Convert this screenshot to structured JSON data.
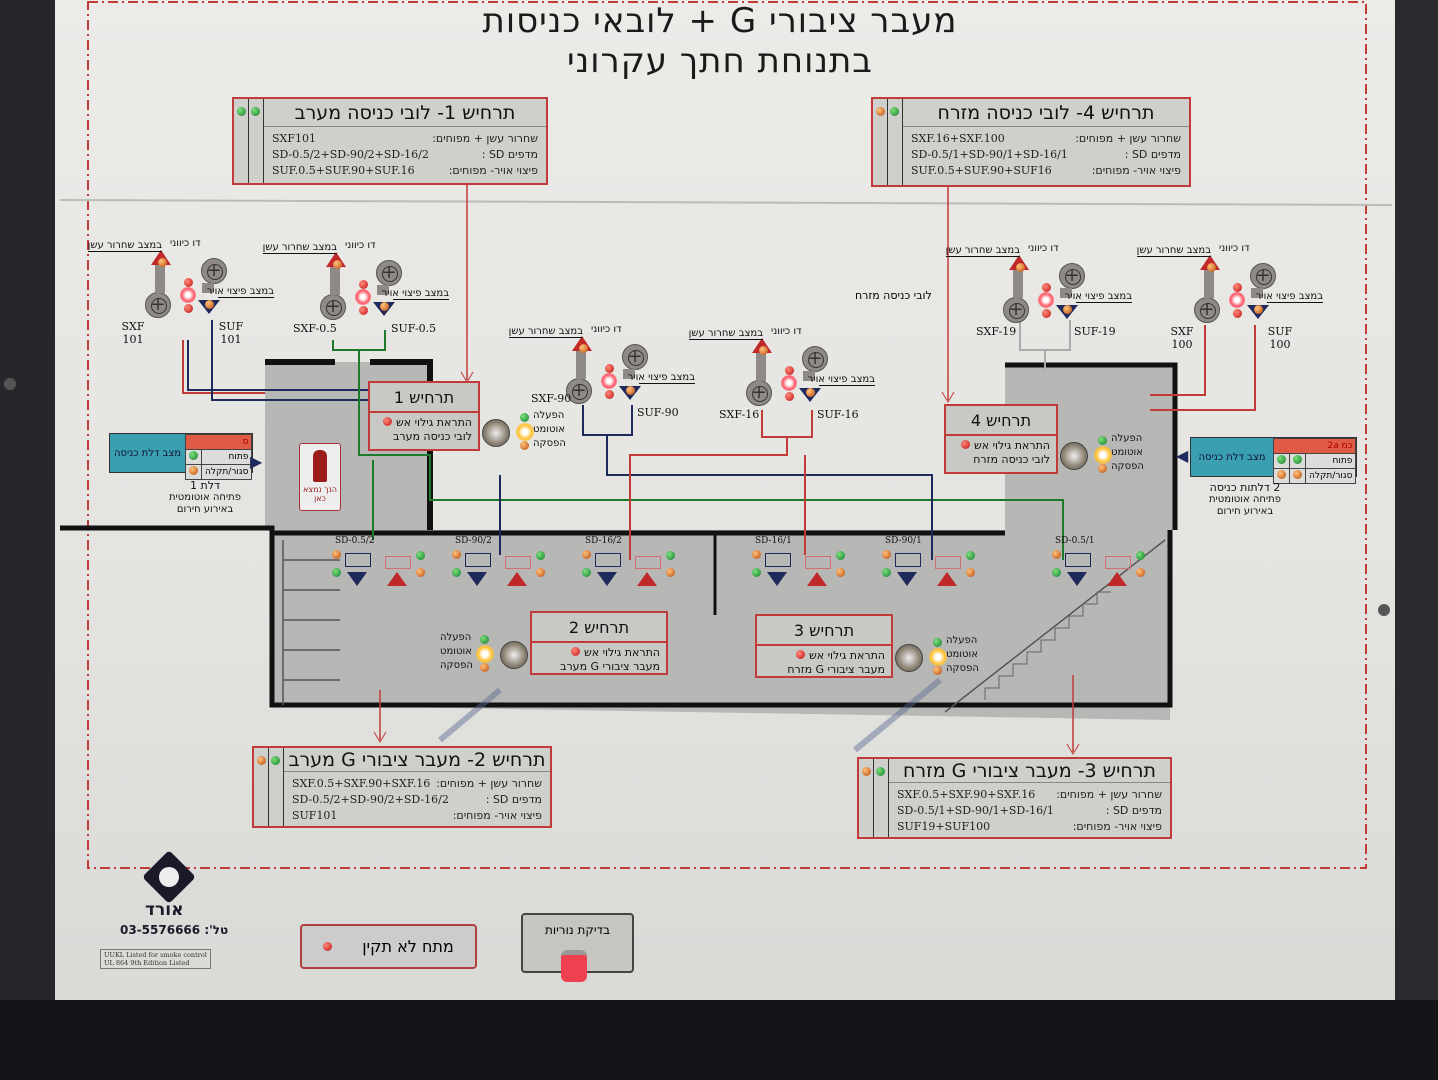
{
  "title": {
    "line1": "מעבר ציבורי G + לובאי כניסות",
    "line2": "בתנוחת חתך עקרוני"
  },
  "scenario_boxes": [
    {
      "title": "תרחיש 1- לובי כניסה מערב",
      "rows": [
        {
          "label": "שחרור עשן + מפוחים:",
          "value": "SXF101"
        },
        {
          "label": "מדפים SD :",
          "value": "SD-0.5/2+SD-90/2+SD-16/2"
        },
        {
          "label": "פיצוי אויר- מפוחים:",
          "value": "SUF.0.5+SUF.90+SUF.16"
        }
      ]
    },
    {
      "title": "תרחיש 4- לובי כניסה מזרח",
      "rows": [
        {
          "label": "שחרור עשן + מפוחים:",
          "value": "SXF.16+SXF.100"
        },
        {
          "label": "מדפים SD :",
          "value": "SD-0.5/1+SD-90/1+SD-16/1"
        },
        {
          "label": "פיצוי אויר- מפוחים:",
          "value": "SUF.0.5+SUF.90+SUF16"
        }
      ]
    },
    {
      "title": "תרחיש 2- מעבר ציבורי G מערב",
      "rows": [
        {
          "label": "שחרור עשן + מפוחים:",
          "value": "SXF.0.5+SXF.90+SXF.16"
        },
        {
          "label": "מדפים SD :",
          "value": "SD-0.5/2+SD-90/2+SD-16/2"
        },
        {
          "label": "פיצוי אויר- מפוחים:",
          "value": "SUF101"
        }
      ]
    },
    {
      "title": "תרחיש 3- מעבר ציבורי G מזרח",
      "rows": [
        {
          "label": "שחרור עשן + מפוחים:",
          "value": "SXF.0.5+SXF.90+SXF.16"
        },
        {
          "label": "מדפים SD :",
          "value": "SD-0.5/1+SD-90/1+SD-16/1"
        },
        {
          "label": "פיצוי אויר- מפוחים:",
          "value": "SUF19+SUF100"
        }
      ]
    }
  ],
  "fan_labels": {
    "bidirectional": "דו כיווני",
    "smoke_mode": "במצב שחרור עשן",
    "air_mode": "במצב פיצוי אויר"
  },
  "fan_groups": [
    {
      "sxf": "SXF 101",
      "suf": "SUF 101"
    },
    {
      "sxf": "SXF-0.5",
      "suf": "SUF-0.5"
    },
    {
      "sxf": "SXF-90",
      "suf": "SUF-90"
    },
    {
      "sxf": "SXF-16",
      "suf": "SUF-16"
    },
    {
      "sxf": "SXF-19",
      "suf": "SUF-19"
    },
    {
      "sxf": "SXF 100",
      "suf": "SUF 100"
    }
  ],
  "switch_panels": [
    {
      "title": "תרחיש 1",
      "line1": "התראת גילוי אש",
      "line2": "לובי כניסה מערב"
    },
    {
      "title": "תרחיש 4",
      "line1": "התראת גילוי אש",
      "line2": "לובי כניסה מזרח"
    },
    {
      "title": "תרחיש 2",
      "line1": "התראת גילוי אש",
      "line2": "מעבר ציבורי G מערב"
    },
    {
      "title": "תרחיש 3",
      "line1": "התראת גילוי אש",
      "line2": "מעבר ציבורי G מזרח"
    }
  ],
  "switch_positions": {
    "on": "הפעלה",
    "auto": "אוטומט",
    "off": "הפסקה"
  },
  "dampers": [
    "SD-0.5/2",
    "SD-90/2",
    "SD-16/2",
    "SD-16/1",
    "SD-90/1",
    "SD-0.5/1"
  ],
  "east_lobby_label": "לובי כניסה מזרח",
  "doors": [
    {
      "status": "מצב דלת כניסה",
      "header": "ס",
      "open": "פתוח",
      "closed": "סגור/תקלה",
      "caption1": "דלת 1",
      "caption2": "פתיחה אוטומטית",
      "caption3": "באירוע חירום"
    },
    {
      "status": "מצב דלת כניסה",
      "header": "כמ 2a",
      "open": "פתוח",
      "closed": "סגור/תקלה",
      "caption1": "2 דלתות כניסה",
      "caption2": "פתיחה אוטומטית",
      "caption3": "באירוע חירום"
    }
  ],
  "exit_sign": "הנך נמצא כאן",
  "footer": {
    "brand": "אורד",
    "phone": "טל': 03-5576666",
    "cert1": "UUKL Listed for smoke control",
    "cert2": "UL 864 9th Edition Listed",
    "fault_label": "מתח לא תקין",
    "lamp_test_label": "בדיקת נוריות"
  },
  "colors": {
    "red_line": "#c23b3b",
    "navy": "#1f2a5c",
    "green_line": "#1d7a2a",
    "door_blue": "#3a9fb0"
  }
}
